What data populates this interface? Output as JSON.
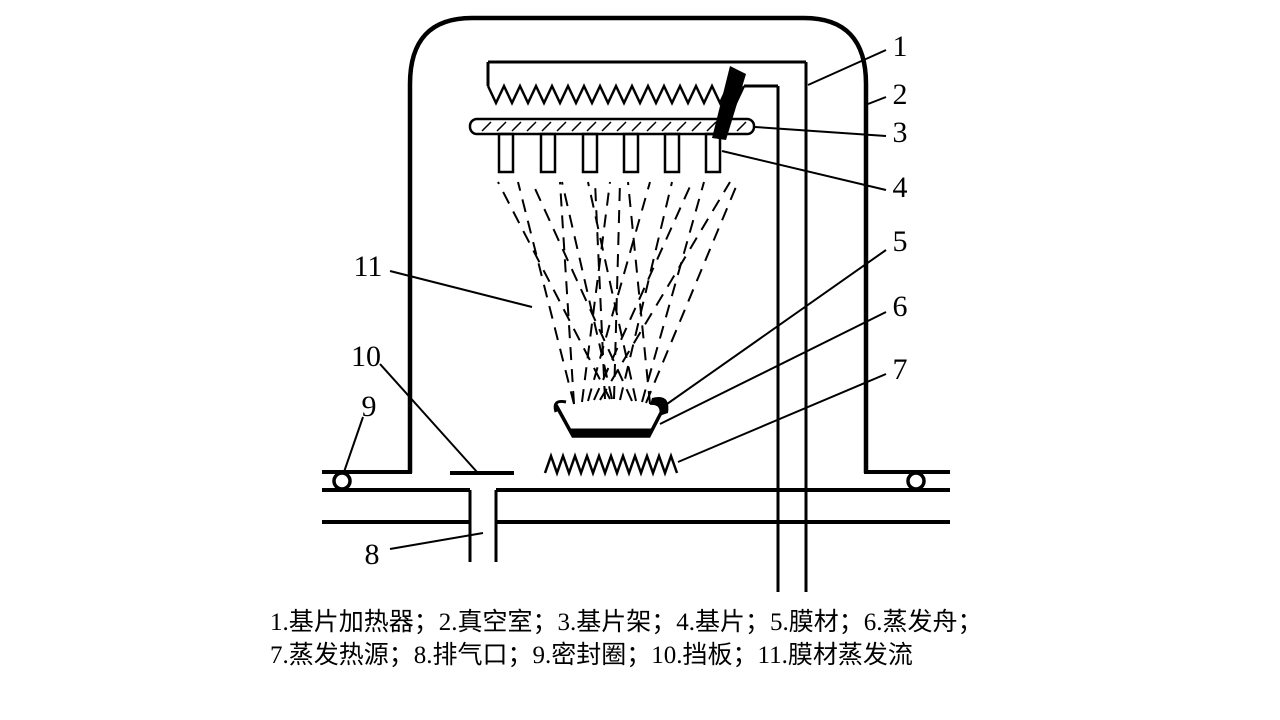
{
  "figure": {
    "title_semantic": "vacuum-evaporation-coating-system-diagram",
    "colors": {
      "ink": "#000000",
      "background": "#ffffff"
    },
    "labels": {
      "n1": "1",
      "n2": "2",
      "n3": "3",
      "n4": "4",
      "n5": "5",
      "n6": "6",
      "n7": "7",
      "n8": "8",
      "n9": "9",
      "n10": "10",
      "n11": "11"
    },
    "parts": [
      {
        "num": "1",
        "name": "基片加热器"
      },
      {
        "num": "2",
        "name": "真空室"
      },
      {
        "num": "3",
        "name": "基片架"
      },
      {
        "num": "4",
        "name": "基片"
      },
      {
        "num": "5",
        "name": "膜材"
      },
      {
        "num": "6",
        "name": "蒸发舟"
      },
      {
        "num": "7",
        "name": "蒸发热源"
      },
      {
        "num": "8",
        "name": "排气口"
      },
      {
        "num": "9",
        "name": "密封圈"
      },
      {
        "num": "10",
        "name": "挡板"
      },
      {
        "num": "11",
        "name": "膜材蒸发流"
      }
    ],
    "caption": {
      "line1": "1.基片加热器；2.真空室；3.基片架；4.基片；5.膜材；6.蒸发舟；",
      "line2": "7.蒸发热源；8.排气口；9.密封圈；10.挡板；11.膜材蒸发流"
    }
  }
}
